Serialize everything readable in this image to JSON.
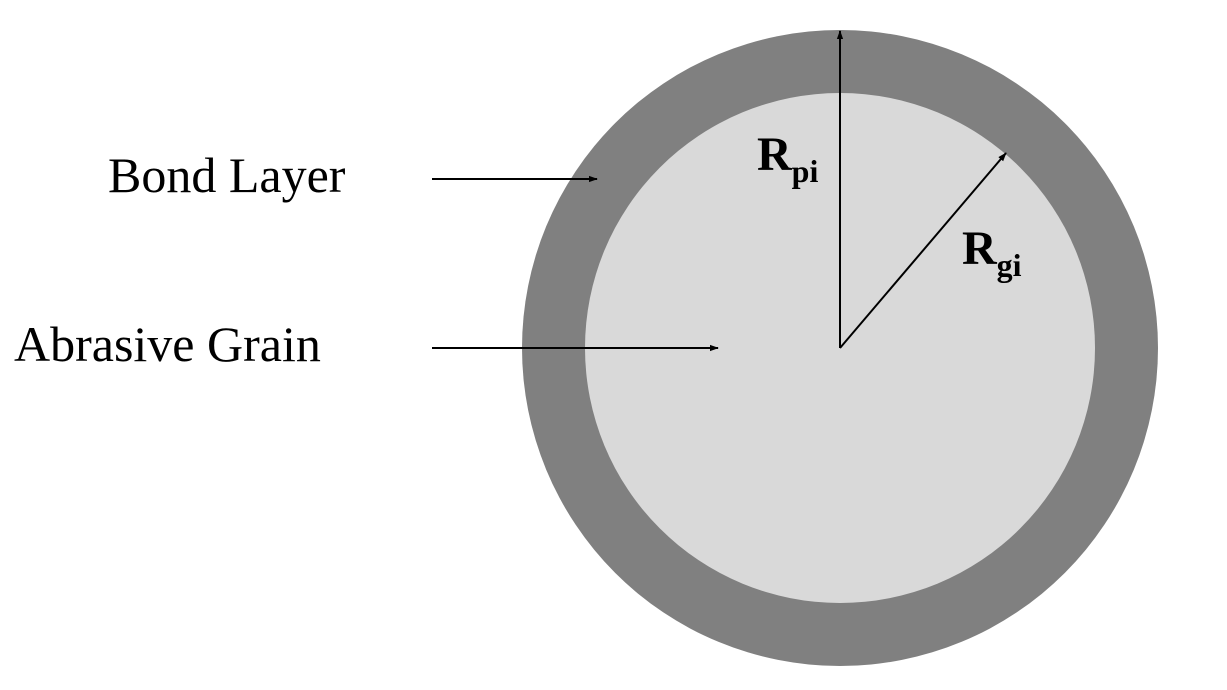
{
  "diagram": {
    "labels": {
      "bond_layer": "Bond Layer",
      "abrasive_grain": "Abrasive Grain"
    },
    "radii": {
      "pi": {
        "main": "R",
        "sub": "pi"
      },
      "gi": {
        "main": "R",
        "sub": "gi"
      }
    },
    "colors": {
      "bond_layer": "#808080",
      "abrasive_grain": "#d9d9d9",
      "lines": "#000000",
      "background": "#ffffff"
    }
  }
}
